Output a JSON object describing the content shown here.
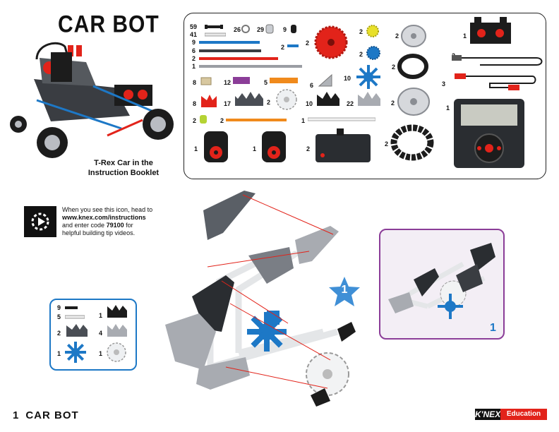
{
  "header": {
    "title": "CAR BOT"
  },
  "booklet": {
    "caption_line1": "T-Rex Car in the",
    "caption_line2": "Instruction Booklet"
  },
  "parts_inventory": {
    "items": [
      {
        "qty": "59",
        "part": "black connector"
      },
      {
        "qty": "41",
        "part": "white connector"
      },
      {
        "qty": "9",
        "part": "blue rod"
      },
      {
        "qty": "6",
        "part": "black rod"
      },
      {
        "qty": "2",
        "part": "red rod"
      },
      {
        "qty": "1",
        "part": "gray rod"
      },
      {
        "qty": "26",
        "part": "gray spacer"
      },
      {
        "qty": "29",
        "part": "silver spacer"
      },
      {
        "qty": "9",
        "part": "black spacer"
      },
      {
        "qty": "2",
        "part": "blue short rod"
      },
      {
        "qty": "2",
        "part": "red gear"
      },
      {
        "qty": "2",
        "part": "yellow gear"
      },
      {
        "qty": "2",
        "part": "blue gear"
      },
      {
        "qty": "2",
        "part": "small wheel hub"
      },
      {
        "qty": "1",
        "part": "battery box"
      },
      {
        "qty": "2",
        "part": "tire small"
      },
      {
        "qty": "2",
        "part": "usb cable"
      },
      {
        "qty": "3",
        "part": "motor cable"
      },
      {
        "qty": "8",
        "part": "tan clip"
      },
      {
        "qty": "12",
        "part": "purple clip"
      },
      {
        "qty": "5",
        "part": "orange clip"
      },
      {
        "qty": "6",
        "part": "gray clip"
      },
      {
        "qty": "10",
        "part": "blue connector"
      },
      {
        "qty": "8",
        "part": "red connector"
      },
      {
        "qty": "17",
        "part": "dark gray connector"
      },
      {
        "qty": "2",
        "part": "white round connector"
      },
      {
        "qty": "10",
        "part": "black connector 3"
      },
      {
        "qty": "22",
        "part": "light gray connector"
      },
      {
        "qty": "2",
        "part": "large wheel hub"
      },
      {
        "qty": "1",
        "part": "controller"
      },
      {
        "qty": "2",
        "part": "yellow-green clip"
      },
      {
        "qty": "2",
        "part": "orange rod"
      },
      {
        "qty": "1",
        "part": "white rod"
      },
      {
        "qty": "1",
        "part": "motor 1"
      },
      {
        "qty": "1",
        "part": "motor 2"
      },
      {
        "qty": "2",
        "part": "gear box"
      },
      {
        "qty": "2",
        "part": "tire large"
      }
    ]
  },
  "video_tip": {
    "line1": "When you see this icon, head to",
    "url": "www.knex.com/instructions",
    "line3_pre": "and enter code ",
    "code": "79100",
    "line3_post": " for",
    "line4": "helpful building tip videos."
  },
  "step": {
    "number": "1",
    "parts": [
      {
        "qty": "9",
        "part": "black connector"
      },
      {
        "qty": "5",
        "part": "white connector"
      },
      {
        "qty": "1",
        "part": "black connector 3"
      },
      {
        "qty": "2",
        "part": "dark gray connector"
      },
      {
        "qty": "4",
        "part": "light gray connector"
      },
      {
        "qty": "1",
        "part": "blue connector"
      },
      {
        "qty": "1",
        "part": "white round connector"
      }
    ],
    "result_number": "1"
  },
  "footer": {
    "page": "1",
    "name": "CAR BOT",
    "brand_left": "K'NEX",
    "brand_right": "Education"
  },
  "colors": {
    "red": "#e2231a",
    "blue": "#1d78c6",
    "purple": "#8b3d98",
    "gray": "#8a8d93",
    "black": "#1c1c1c"
  }
}
